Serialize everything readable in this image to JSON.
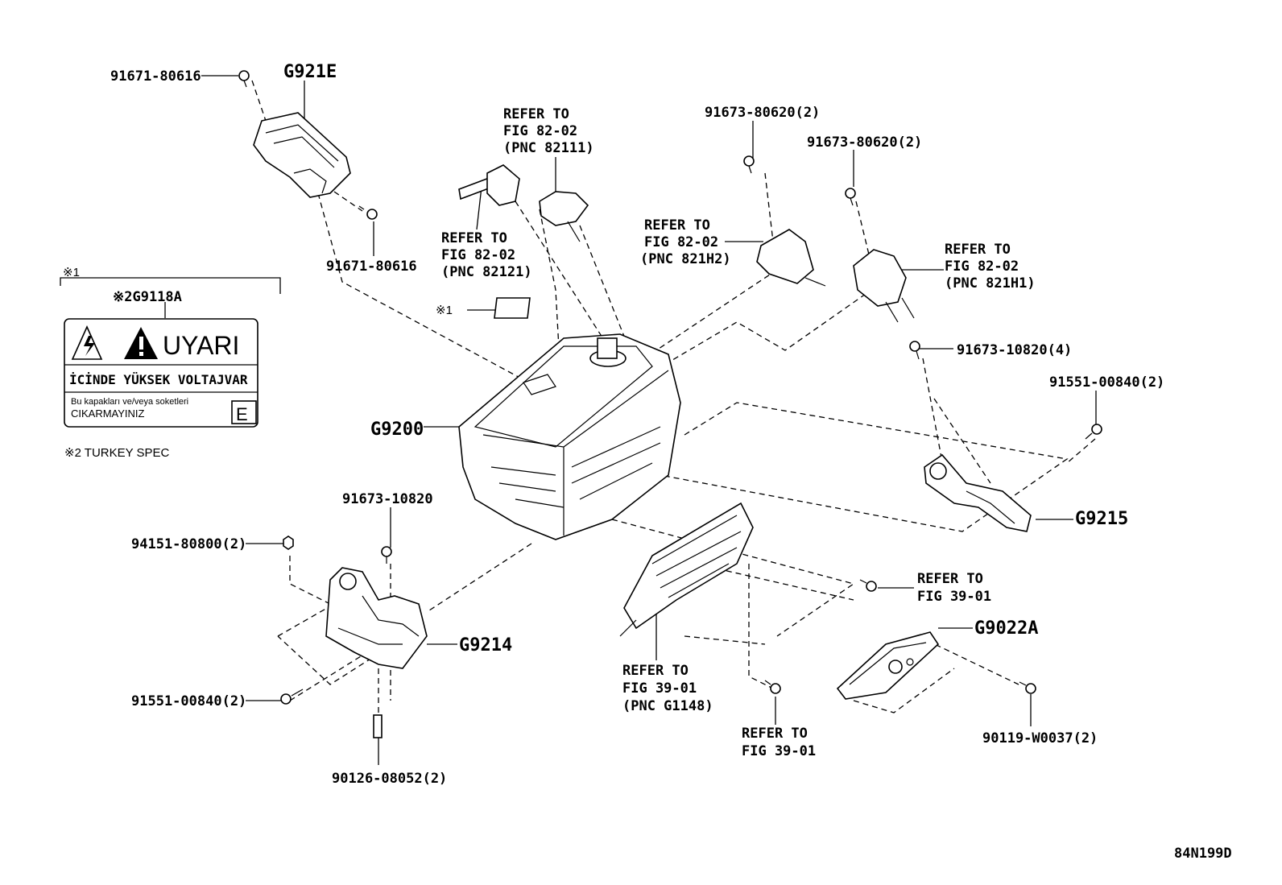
{
  "labels": {
    "bolt_top_left": "91671-80616",
    "g921e": "G921E",
    "bolt_g921e_lower": "91671-80616",
    "refer_82111_l1": "REFER TO",
    "refer_82111_l2": "FIG 82-02",
    "refer_82111_l3": "(PNC 82111)",
    "refer_82121_l1": "REFER TO",
    "refer_82121_l2": "FIG 82-02",
    "refer_82121_l3": "(PNC 82121)",
    "bolt_80620_a": "91673-80620(2)",
    "bolt_80620_b": "91673-80620(2)",
    "refer_821h2_l1": "REFER TO",
    "refer_821h2_l2": "FIG 82-02",
    "refer_821h2_l3": "(PNC 821H2)",
    "refer_821h1_l1": "REFER TO",
    "refer_821h1_l2": "FIG 82-02",
    "refer_821h1_l3": "(PNC 821H1)",
    "note1_mark": "※1",
    "note1_ref": "※1",
    "g9118a": "※2G9118A",
    "g9200": "G9200",
    "bolt_10820_4": "91673-10820(4)",
    "bolt_00840_r": "91551-00840(2)",
    "g9215": "G9215",
    "turkey_spec": "※2 TURKEY SPEC",
    "bolt_10820": "91673-10820",
    "nut_80800": "94151-80800(2)",
    "g9214": "G9214",
    "bolt_00840_l": "91551-00840(2)",
    "stud_08052": "90126-08052(2)",
    "refer_3901_a_l1": "REFER TO",
    "refer_3901_a_l2": "FIG 39-01",
    "refer_g1148_l1": "REFER TO",
    "refer_g1148_l2": "FIG 39-01",
    "refer_g1148_l3": "(PNC G1148)",
    "refer_3901_b_l1": "REFER TO",
    "refer_3901_b_l2": "FIG 39-01",
    "g9022a": "G9022A",
    "bolt_w0037": "90119-W0037(2)",
    "diagram_id": "84N199D"
  },
  "warning_label": {
    "title": "UYARI",
    "line1": "İCİNDE YÜKSEK VOLTAJVAR",
    "line2": "Bu kapakları ve/veya soketleri",
    "line3": "CIKARMAYINIZ",
    "code": "E"
  }
}
